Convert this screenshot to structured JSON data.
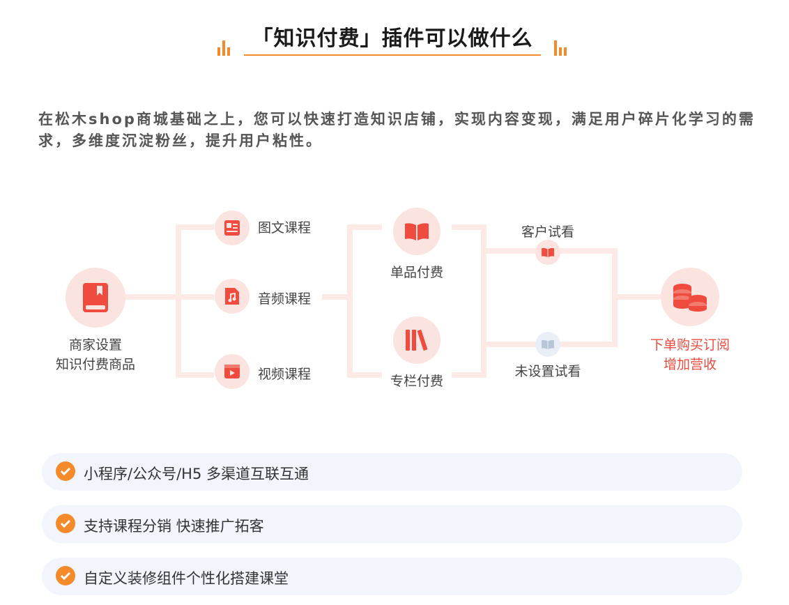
{
  "header": {
    "title": "「知识付费」插件可以做什么",
    "accent_color": "#f58a2a"
  },
  "intro": {
    "text": "在松木shop商城基础之上，您可以快速打造知识店铺，实现内容变现，满足用户碎片化学习的需求，多维度沉淀粉丝，提升用户粘性。"
  },
  "diagram": {
    "merchant": {
      "line1": "商家设置",
      "line2": "知识付费商品",
      "icon": "book-icon"
    },
    "course_types": [
      {
        "label": "图文课程",
        "icon": "image-text-icon"
      },
      {
        "label": "音频课程",
        "icon": "audio-file-icon"
      },
      {
        "label": "视频课程",
        "icon": "video-icon"
      }
    ],
    "payment_types": [
      {
        "label": "单品付费",
        "icon": "open-book-icon"
      },
      {
        "label": "专栏付费",
        "icon": "books-column-icon"
      }
    ],
    "trial": [
      {
        "label": "客户试看",
        "icon": "open-book-small-icon"
      },
      {
        "label": "未设置试看",
        "icon": "open-book-grey-icon"
      }
    ],
    "result": {
      "line1": "下单购买订阅",
      "line2": "增加营收",
      "icon": "coins-stack-icon",
      "color": "#ef4b3f"
    }
  },
  "features": [
    {
      "text": "小程序/公众号/H5 多渠道互联互通"
    },
    {
      "text": "支持课程分销 快速推广拓客"
    },
    {
      "text": "自定义装修组件个性化搭建课堂"
    }
  ]
}
